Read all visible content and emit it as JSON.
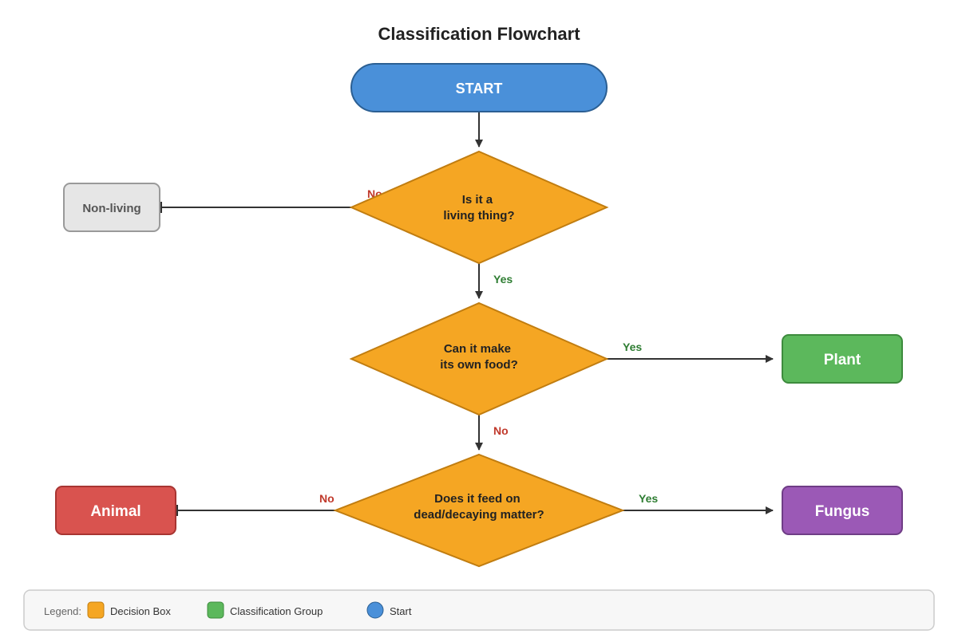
{
  "title": "Classification Flowchart",
  "colors": {
    "start": "#4a90d9",
    "decision": "#f5a623",
    "plant": "#5cb85c",
    "animal": "#d9534f",
    "fungus": "#9b59b6",
    "nonliving": "#e6e6e6",
    "yes": "#2e7d32",
    "no": "#c0392b",
    "edge": "#333333"
  },
  "nodes": {
    "start": "START",
    "q1": [
      "Is it a",
      "living thing?"
    ],
    "q2": [
      "Can it make",
      "its own food?"
    ],
    "q3": [
      "Does it feed on",
      "dead/decaying matter?"
    ],
    "nonliving": "Non-living",
    "plant": "Plant",
    "animal": "Animal",
    "fungus": "Fungus"
  },
  "edges": {
    "q1_no": "No",
    "q1_yes": "Yes",
    "q2_yes": "Yes",
    "q2_no": "No",
    "q3_no": "No",
    "q3_yes": "Yes"
  },
  "legend": {
    "title": "Legend:",
    "items": [
      {
        "label": "Decision Box",
        "icon": "decision-swatch",
        "color": "#f5a623"
      },
      {
        "label": "Classification Group",
        "icon": "classification-swatch",
        "color": "#5cb85c"
      },
      {
        "label": "Start",
        "icon": "start-circle",
        "color": "#4a90d9"
      }
    ]
  }
}
